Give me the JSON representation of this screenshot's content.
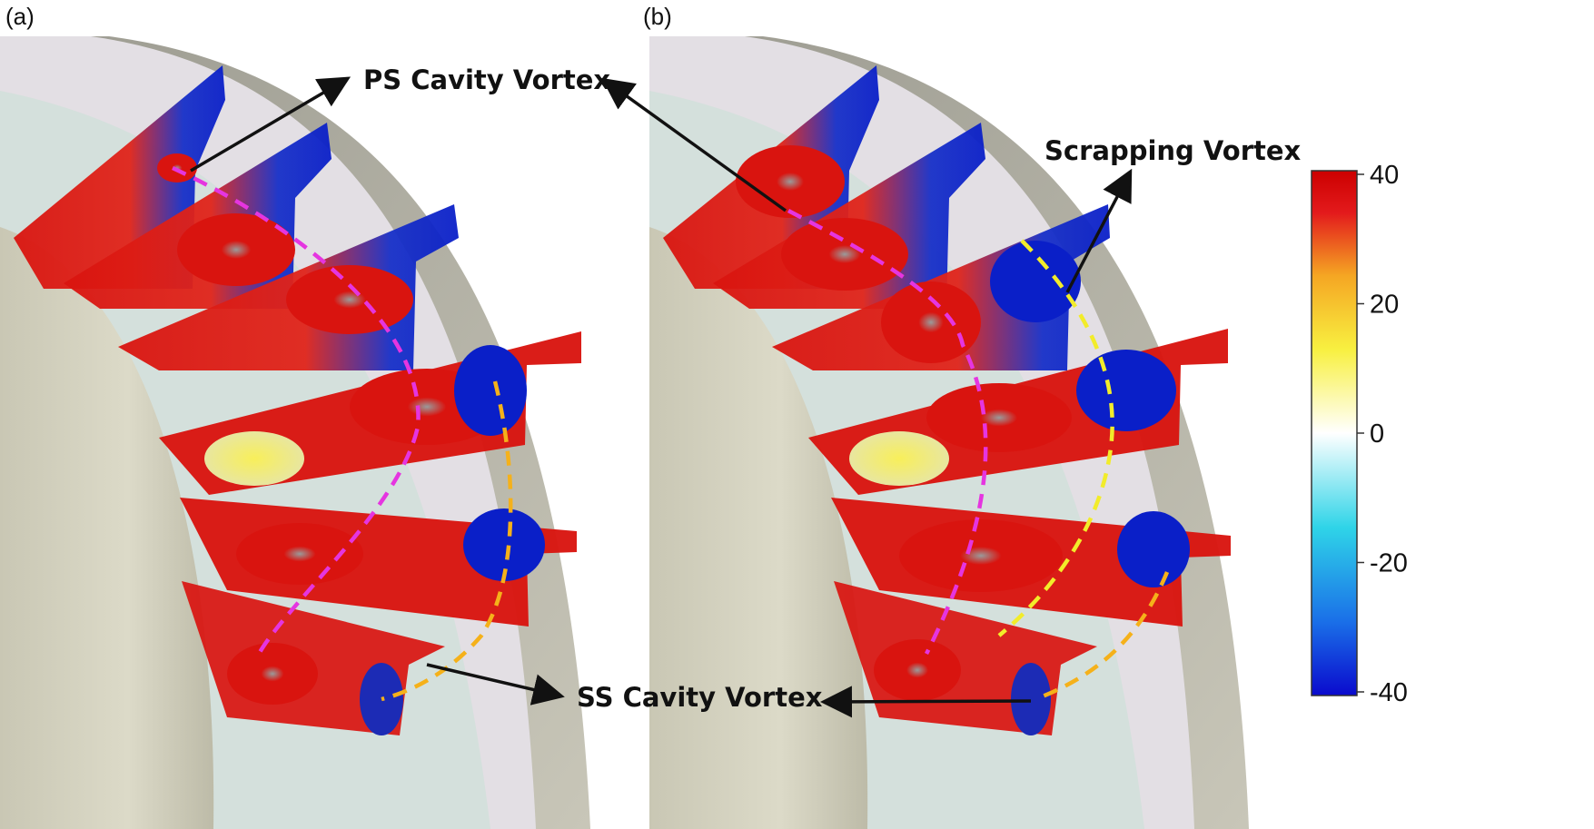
{
  "panels": [
    {
      "label": "(a)"
    },
    {
      "label": "(b)"
    }
  ],
  "annotations": {
    "ps_cavity_vortex": "PS Cavity Vortex",
    "scrapping_vortex": "Scrapping Vortex",
    "ss_cavity_vortex": "SS Cavity Vortex"
  },
  "colorbar": {
    "ticks": [
      "40",
      "20",
      "0",
      "-20",
      "-40"
    ],
    "values": [
      40,
      20,
      0,
      -20,
      -40
    ],
    "range": [
      -40,
      40
    ],
    "colors": [
      "#0a0acd",
      "#1a6fe8",
      "#2fd4e8",
      "#ffffff",
      "#f8f040",
      "#f5a623",
      "#e31a1c",
      "#cc0000"
    ]
  },
  "colors": {
    "ps_trace": "#e535e0",
    "ss_trace_a": "#f5b11a",
    "ss_trace_b": "#f2ec2a",
    "hot": "#d9140f",
    "cold": "#0a1fc8"
  }
}
